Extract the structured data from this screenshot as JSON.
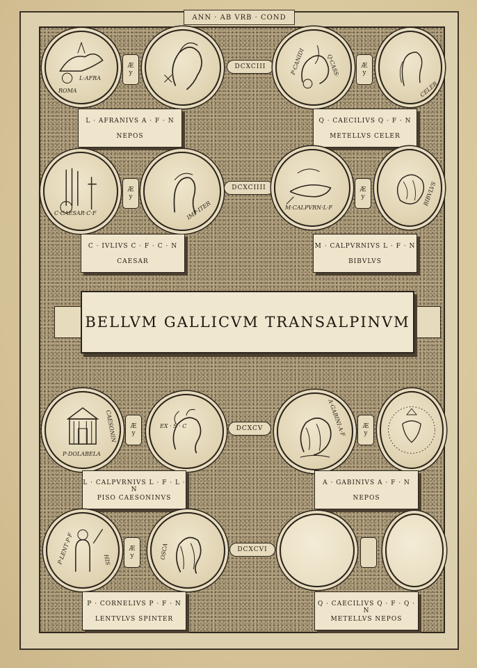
{
  "header": {
    "text": "ANN · AB VRB · COND"
  },
  "banner": {
    "title": "BELLVM  GALLICVM  TRANSALPINVM"
  },
  "rows": [
    {
      "date": "DCXCIII",
      "left": {
        "legend_a": "L·AFRA",
        "legend_b": "ROMA",
        "connector_top": "Æ",
        "connector_bottom": "y",
        "legend_c": "",
        "name1": "L · AFRANIVS  A · F · N",
        "name2": "NEPOS"
      },
      "right": {
        "legend_a": "Q·CASS·",
        "legend_b": "CELER",
        "connector_top": "Æ",
        "connector_bottom": "y",
        "legend_c": "P·CANIDI",
        "name1": "Q · CAECILIVS  Q · F · N",
        "name2": "METELLVS  CELER"
      }
    },
    {
      "date": "DCXCIIII",
      "left": {
        "legend_a": "C·CAESAR·C·F",
        "legend_b": "IMP·ITER",
        "connector_top": "Æ",
        "connector_bottom": "y",
        "legend_c": "",
        "name1": "C · IVLIVS  C · F · C · N",
        "name2": "CAESAR"
      },
      "right": {
        "legend_a": "M·CALPVRN·L·F",
        "legend_b": "BIBVLVS",
        "connector_top": "Æ",
        "connector_bottom": "y",
        "legend_c": "",
        "name1": "M · CALPVRNIVS  L · F · N",
        "name2": "BIBVLVS"
      }
    },
    {
      "date": "DCXCV",
      "left": {
        "legend_a": "CAESONIN",
        "legend_b": "P·DOLABELA",
        "connector_top": "Æ",
        "connector_bottom": "y",
        "legend_c": "EX · S · C",
        "name1": "L · CALPVRNIVS  L · F · L · N",
        "name2": "PISO  CAESONINVS"
      },
      "right": {
        "legend_a": "A·GABINI·A·F",
        "legend_b": "",
        "connector_top": "Æ",
        "connector_bottom": "y",
        "legend_c": "",
        "name1": "A · GABINIVS  A · F · N",
        "name2": "NEPOS"
      }
    },
    {
      "date": "DCXCVI",
      "left": {
        "legend_a": "P·LENT·P·F",
        "legend_b": "OSCA",
        "connector_top": "Æ",
        "connector_bottom": "y",
        "legend_c": "HIS",
        "name1": "P · CORNELIVS  P · F · N",
        "name2": "LENTVLVS  SPINTER"
      },
      "right": {
        "legend_a": "",
        "legend_b": "",
        "connector_top": "",
        "connector_bottom": "",
        "legend_c": "",
        "name1": "Q · CAECILIVS  Q · F · Q · N",
        "name2": "METELLVS  NEPOS"
      }
    }
  ],
  "colors": {
    "ink": "#2b241b",
    "paper": "#e6dbbd",
    "texture": "#b8a784"
  }
}
